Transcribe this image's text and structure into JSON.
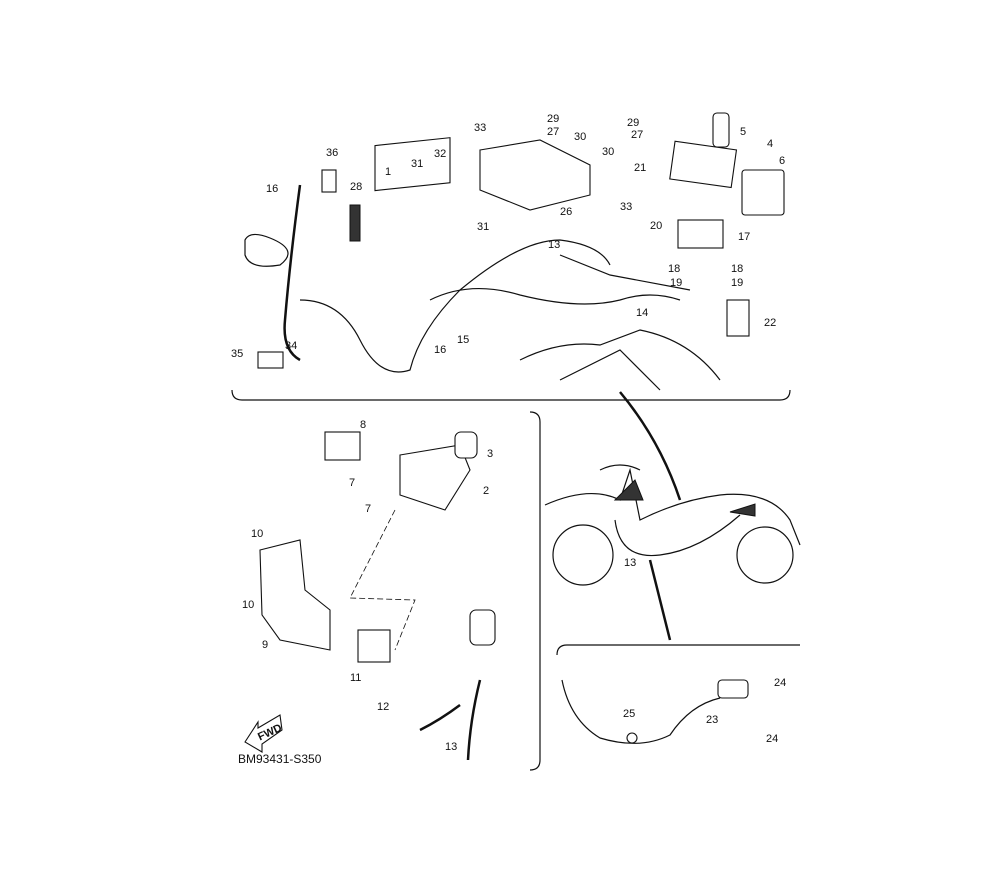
{
  "diagram": {
    "code": "BM93431-S350",
    "fwd_label": "FWD",
    "top_callouts": [
      "29",
      "29",
      "33",
      "27",
      "27",
      "30",
      "30",
      "5",
      "4",
      "36",
      "32",
      "31",
      "1",
      "21",
      "6",
      "16",
      "28",
      "33",
      "26",
      "20",
      "31",
      "13",
      "17",
      "18",
      "18",
      "19",
      "19",
      "14",
      "22",
      "15",
      "16",
      "35",
      "34"
    ],
    "left_callouts": [
      "8",
      "3",
      "7",
      "2",
      "7",
      "10",
      "10",
      "9",
      "11",
      "12",
      "13"
    ],
    "right_callouts": [
      "13",
      "24",
      "25",
      "23",
      "24"
    ]
  }
}
